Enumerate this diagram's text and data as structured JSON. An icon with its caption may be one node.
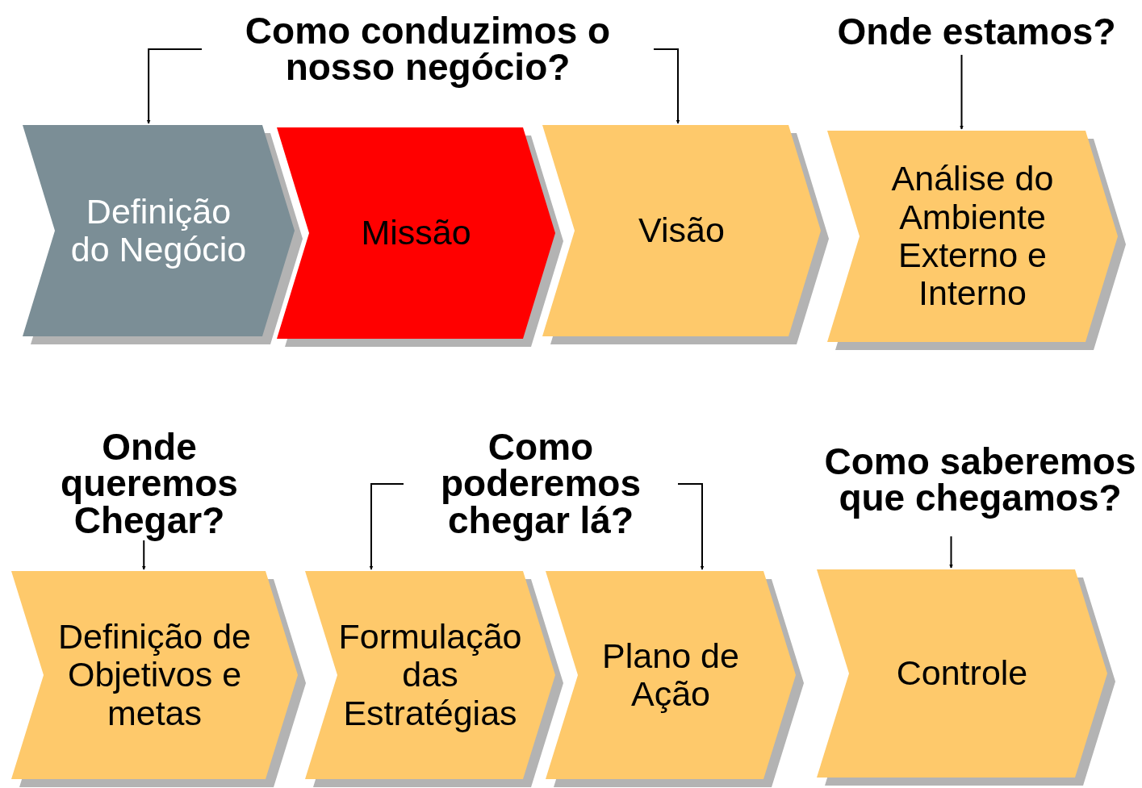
{
  "diagram": {
    "nodes": [
      {
        "text": [
          "Como conduzimos o nosso negócio?"
        ]
      },
      {
        "text": [
          "Definição do Negócio"
        ]
      },
      {
        "text": [
          "Missão"
        ]
      },
      {
        "text": [
          "Visão"
        ]
      },
      {
        "text": [
          "Onde estamos?"
        ]
      },
      {
        "text": [
          "Análise do Ambiente Externo e Interno"
        ]
      },
      {
        "text": [
          "Onde queremos Chegar?"
        ]
      },
      {
        "text": [
          "Definição de Objetivos e metas"
        ]
      },
      {
        "text": [
          "Como poderemos chegar lá?"
        ]
      },
      {
        "text": [
          "Formulação das Estratégias"
        ]
      },
      {
        "text": [
          "Plano de Ação"
        ]
      },
      {
        "text": [
          "Como saberemos que chegamos?"
        ]
      },
      {
        "text": [
          "Controle"
        ]
      }
    ],
    "edges": [
      {
        "from": 0,
        "to": 1,
        "arrow": "to"
      },
      {
        "from": 0,
        "to": 3,
        "arrow": "to"
      },
      {
        "from": 4,
        "to": 5,
        "arrow": "to"
      },
      {
        "from": 6,
        "to": 7,
        "arrow": "to"
      },
      {
        "from": 8,
        "to": 9,
        "arrow": "to"
      },
      {
        "from": 8,
        "to": 10,
        "arrow": "to"
      },
      {
        "from": 11,
        "to": 12,
        "arrow": "to"
      }
    ]
  }
}
